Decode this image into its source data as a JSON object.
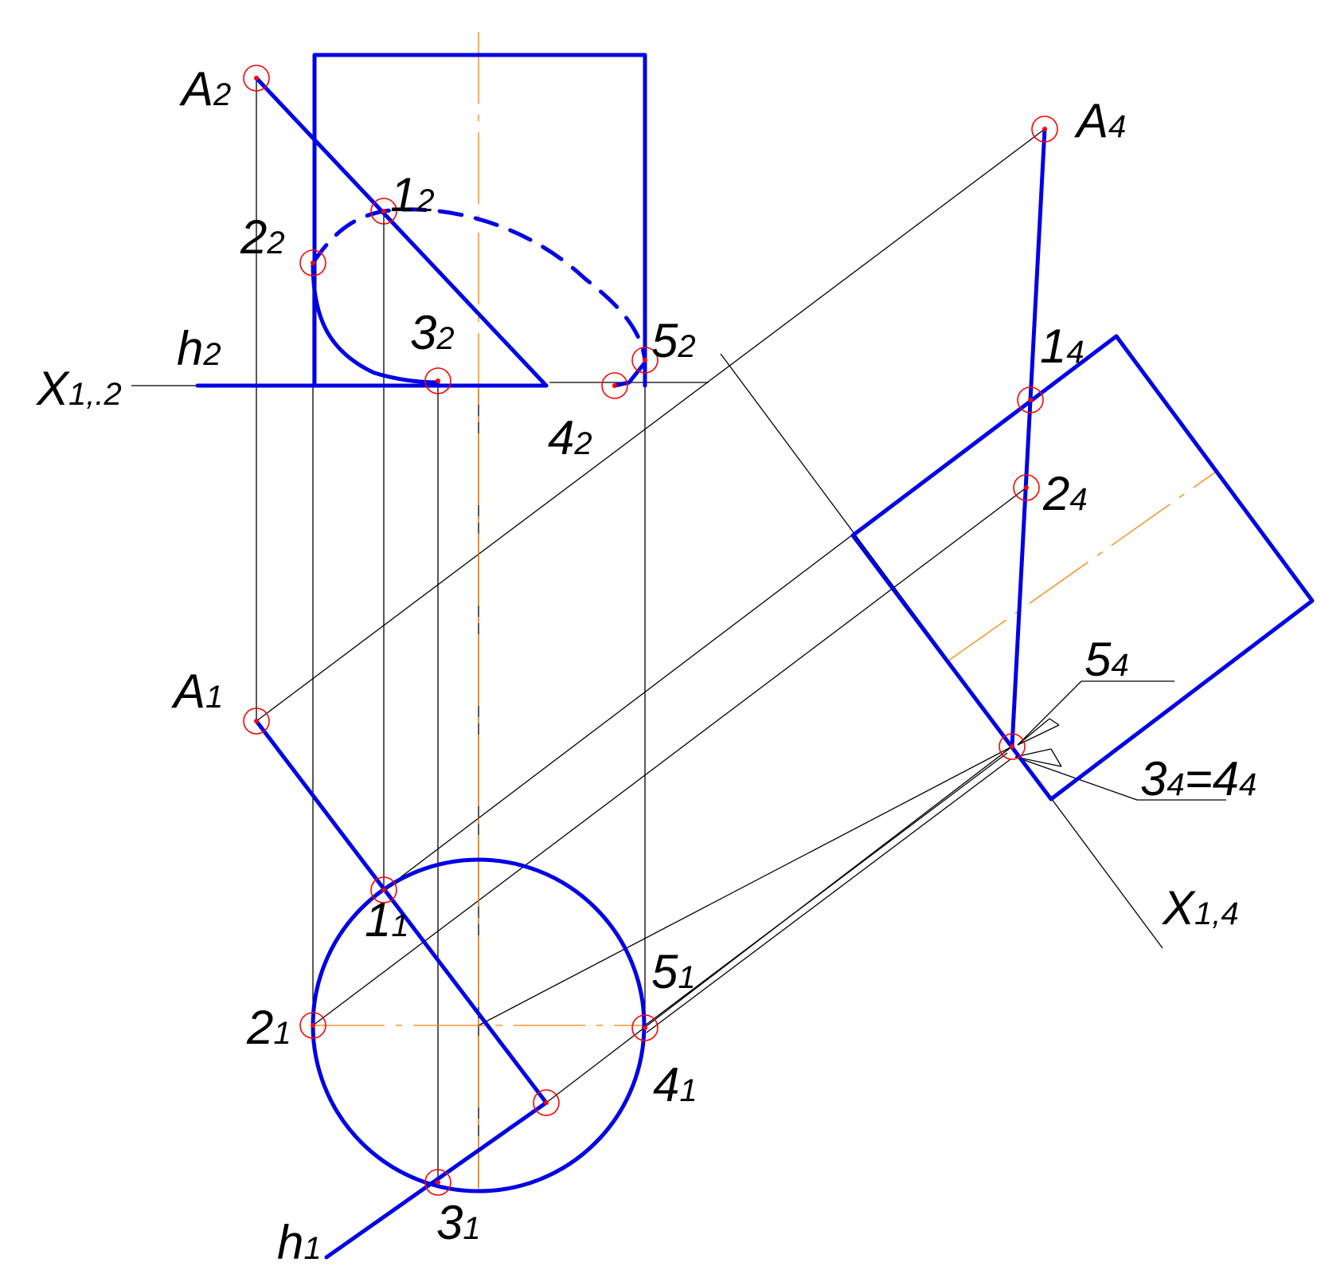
{
  "diagram": {
    "line_color": "#0000e6",
    "construction_color": "#000000",
    "axis_color": "#ff8000",
    "marker_color": "#ff0000",
    "labels": {
      "A2": {
        "main": "A",
        "sub": "2"
      },
      "A1": {
        "main": "A",
        "sub": "1"
      },
      "A4": {
        "main": "A",
        "sub": "4"
      },
      "p1_2": {
        "main": "1",
        "sub": "2"
      },
      "p2_2": {
        "main": "2",
        "sub": "2"
      },
      "p3_2": {
        "main": "3",
        "sub": "2"
      },
      "p4_2": {
        "main": "4",
        "sub": "2"
      },
      "p5_2": {
        "main": "5",
        "sub": "2"
      },
      "h2": {
        "main": "h",
        "sub": "2"
      },
      "x12": {
        "main": "X",
        "sub": "1,.2"
      },
      "p1_4": {
        "main": "1",
        "sub": "4"
      },
      "p2_4": {
        "main": "2",
        "sub": "4"
      },
      "p5_4": {
        "main": "5",
        "sub": "4"
      },
      "p34_4": {
        "main": "3",
        "sub": "4",
        "main2": "=4",
        "sub2": "4"
      },
      "x14": {
        "main": "X",
        "sub": "1,4"
      },
      "p1_1": {
        "main": "1",
        "sub": "1"
      },
      "p2_1": {
        "main": "2",
        "sub": "1"
      },
      "p3_1": {
        "main": "3",
        "sub": "1"
      },
      "p4_1": {
        "main": "4",
        "sub": "1"
      },
      "p5_1": {
        "main": "5",
        "sub": "1"
      },
      "h1": {
        "main": "h",
        "sub": "1"
      }
    }
  }
}
